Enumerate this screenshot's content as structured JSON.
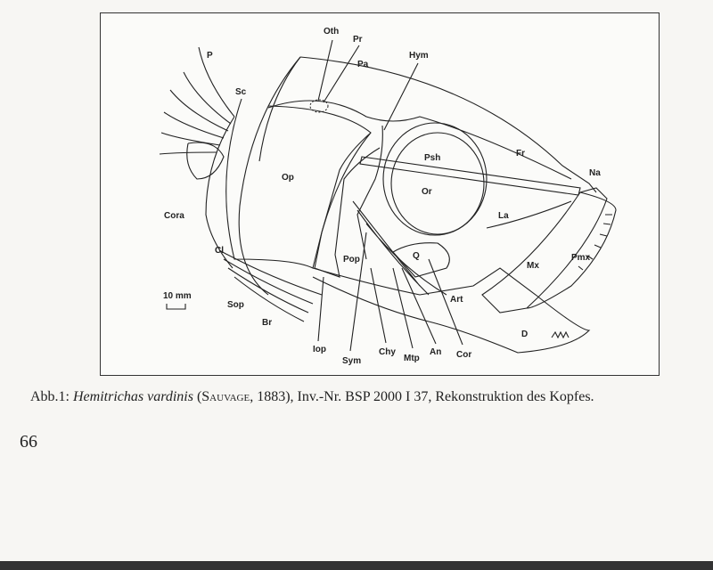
{
  "figure": {
    "labels": {
      "oth": "Oth",
      "pr": "Pr",
      "p": "P",
      "hym": "Hym",
      "pa": "Pa",
      "sc": "Sc",
      "psh": "Psh",
      "fr": "Fr",
      "na": "Na",
      "op": "Op",
      "or": "Or",
      "la": "La",
      "cora": "Cora",
      "cl": "Cl",
      "mx": "Mx",
      "pmx": "Pmx",
      "pop": "Pop",
      "q": "Q",
      "sop": "Sop",
      "art": "Art",
      "br": "Br",
      "d": "D",
      "iop": "Iop",
      "sym": "Sym",
      "chy": "Chy",
      "mtp": "Mtp",
      "an": "An",
      "cor": "Cor"
    },
    "scale_bar": "10 mm"
  },
  "caption": {
    "prefix": "Abb.1: ",
    "species": "Hemitrichas vardinis",
    "open": " (",
    "author": "Sauvage",
    "rest": ", 1883), Inv.-Nr. BSP 2000 I 37, Rekonstruktion des Kopfes."
  },
  "page_number": "66"
}
